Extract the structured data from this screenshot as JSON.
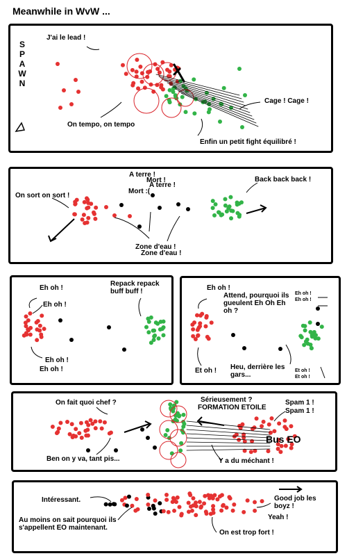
{
  "title": "Meanwhile in WvW ...",
  "colors": {
    "red": "#e53232",
    "green": "#32b448",
    "black": "#000000",
    "circle": "#d9232a"
  },
  "panel1": {
    "spawn_letters": [
      "S",
      "P",
      "A",
      "W",
      "N"
    ],
    "lead": "J'ai le lead !",
    "cage": "Cage ! Cage !",
    "tempo": "On tempo, on tempo",
    "fight": "Enfin un petit fight équilibré !"
  },
  "panel2": {
    "sort": "On sort on sort !",
    "aterre1": "A terre !",
    "mort1": "Mort !",
    "aterre2": "A terre !",
    "mort2": "Mort :(",
    "back": "Back back back !",
    "zone1": "Zone d'eau !",
    "zone2": "Zone d'eau !"
  },
  "panel3": {
    "eh1": "Eh oh !",
    "eh2": "Eh oh !",
    "repack": "Repack repack buff buff !",
    "eh3": "Eh oh !",
    "eh4": "Eh oh !"
  },
  "panel4": {
    "eh1": "Eh oh !",
    "attend": "Attend, pourquoi ils gueulent Eh Oh Eh oh ?",
    "ehs1": "Eh oh !",
    "ehs2": "Eh oh !",
    "eto": "Et oh !",
    "heu": "Heu, derrière les gars...",
    "etos1": "Et oh !",
    "etos2": "Et oh !"
  },
  "panel5": {
    "chef": "On fait quoi chef ?",
    "serieux": "Sérieusement ?",
    "formation": "FORMATION ETOILE",
    "spam1": "Spam 1 !",
    "spam2": "Spam 1 !",
    "bus": "Bus EO",
    "allez": "Ben on y va, tant pis...",
    "mechant": "Y a du méchant !"
  },
  "panel6": {
    "interessant": "Intéressant.",
    "moins": "Au moins on sait pourquoi ils s'appellent EO maintenant.",
    "goodjob": "Good job les boyz !",
    "yeah": "Yeah !",
    "fort": "On est trop fort !"
  }
}
